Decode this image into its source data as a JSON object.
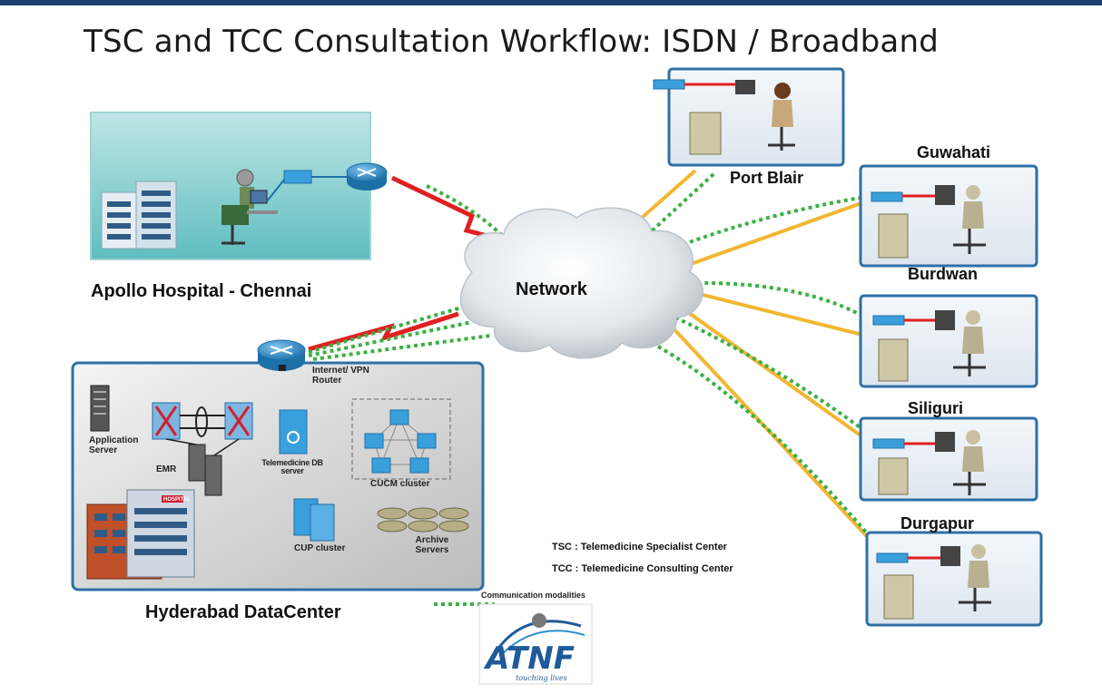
{
  "title": "TSC and TCC Consultation Workflow: ISDN / Broadband",
  "network_label": "Network",
  "sites": {
    "apollo": "Apollo Hospital -  Chennai",
    "hyderabad": "Hyderabad DataCenter",
    "port_blair": "Port Blair",
    "guwahati": "Guwahati",
    "burdwan": "Burdwan",
    "siliguri": "Siliguri",
    "durgapur": "Durgapur"
  },
  "datacenter": {
    "router": "Internet/ VPN Router",
    "application_server": "Application Server",
    "emr": "EMR",
    "telemedicine_db": "Telemedicine DB server",
    "cucm": "CUCM cluster",
    "cup": "CUP cluster",
    "archive": "Archive Servers",
    "hospital_sign": "HOSPITAL"
  },
  "legend": {
    "tsc": "TSC : Telemedicine Specialist Center",
    "tcc": "TCC : Telemedicine Consulting Center",
    "comm": "Communication modalities"
  },
  "logo": {
    "text": "ATNF",
    "tagline": "touching lives"
  },
  "colors": {
    "topbar": "#1c3d6e",
    "link_yellow": "#f2b632",
    "link_green": "#3cb043",
    "link_red": "#e02020",
    "cisco_blue": "#2a8fd0"
  }
}
